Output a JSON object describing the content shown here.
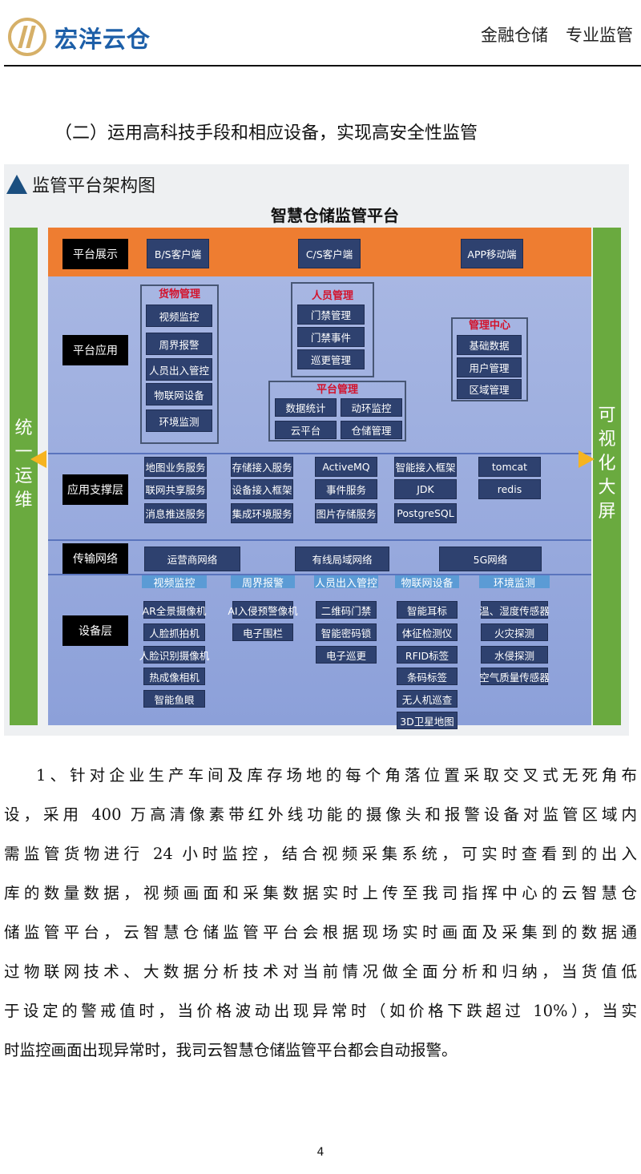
{
  "header": {
    "brand": "宏洋云仓",
    "slogan": [
      "金融仓储",
      "专业监管"
    ]
  },
  "section_heading": "（二）运用高科技手段和相应设备，实现高安全性监管",
  "diagram": {
    "title": "监管平台架构图",
    "main_title": "智慧仓储监管平台",
    "left_bar": [
      "统",
      "一",
      "运",
      "维"
    ],
    "right_bar": [
      "可",
      "视",
      "化",
      "大",
      "屏"
    ],
    "display_layer": {
      "label": "平台展示",
      "items": [
        "B/S客户端",
        "C/S客户端",
        "APP移动端"
      ]
    },
    "app_layer": {
      "label": "平台应用",
      "groups": [
        {
          "title": "货物管理",
          "items": [
            "视频监控",
            "周界报警",
            "人员出入管控",
            "物联网设备",
            "环境监测"
          ]
        },
        {
          "title": "人员管理",
          "items": [
            "门禁管理",
            "门禁事件",
            "巡更管理"
          ]
        },
        {
          "title": "平台管理",
          "items": [
            "数据统计",
            "动环监控",
            "云平台",
            "仓储管理"
          ]
        },
        {
          "title": "管理中心",
          "items": [
            "基础数据",
            "用户管理",
            "区域管理"
          ]
        }
      ]
    },
    "support_layer": {
      "label": "应用支撑层",
      "columns": [
        [
          "地图业务服务",
          "联网共享服务",
          "消息推送服务"
        ],
        [
          "存储接入服务",
          "设备接入框架",
          "集成环境服务"
        ],
        [
          "ActiveMQ",
          "事件服务",
          "图片存储服务"
        ],
        [
          "智能接入框架",
          "JDK",
          "PostgreSQL"
        ],
        [
          "tomcat",
          "redis"
        ]
      ]
    },
    "network_layer": {
      "label": "传输网络",
      "items": [
        "运营商网络",
        "有线局域网络",
        "5G网络"
      ]
    },
    "device_layer": {
      "label": "设备层",
      "categories": [
        {
          "title": "视频监控",
          "items": [
            "AR全景摄像机",
            "人脸抓拍机",
            "人脸识别摄像机",
            "热成像相机",
            "智能鱼眼"
          ]
        },
        {
          "title": "周界报警",
          "items": [
            "AI入侵预警像机",
            "电子围栏"
          ]
        },
        {
          "title": "人员出入管控",
          "items": [
            "二维码门禁",
            "智能密码锁",
            "电子巡更"
          ]
        },
        {
          "title": "物联网设备",
          "items": [
            "智能耳标",
            "体征检测仪",
            "RFID标签",
            "条码标签",
            "无人机巡查",
            "3D卫星地图"
          ]
        },
        {
          "title": "环境监测",
          "items": [
            "温、湿度传感器",
            "火灾探测",
            "水侵探测",
            "空气质量传感器"
          ]
        }
      ]
    }
  },
  "body_lines": [
    "1、针对企业生产车间及库存场地的每个角落位置采取交叉式无死角布",
    "设，采用 400 万高清像素带红外线功能的摄像头和报警设备对监管区域内",
    "需监管货物进行 24 小时监控，结合视频采集系统，可实时查看到的出入",
    "库的数量数据，视频画面和采集数据实时上传至我司指挥中心的云智慧仓",
    "储监管平台，云智慧仓储监管平台会根据现场实时画面及采集到的数据通",
    "过物联网技术、大数据分析技术对当前情况做全面分析和归纳，当货值低",
    "于设定的警戒值时，当价格波动出现异常时（如价格下跌超过 10%），当实",
    "时监控画面出现异常时，我司云智慧仓储监管平台都会自动报警。"
  ],
  "page_number": "4",
  "colors": {
    "brand": "#1d5fa8",
    "logo_gold": "#d6b068",
    "orange": "#ee7d31",
    "green": "#6aaa3f",
    "navy_box": "#2e416f",
    "group_title": "#d3132c"
  }
}
